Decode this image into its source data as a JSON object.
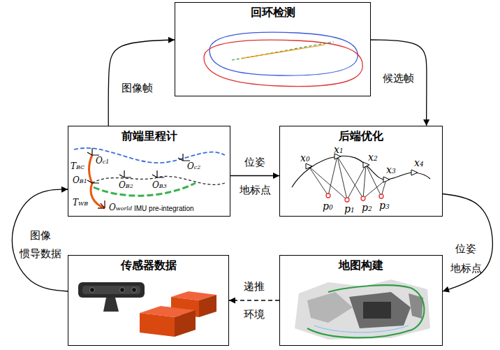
{
  "diagram": {
    "nodes": [
      {
        "text": [
          "回环检测"
        ]
      },
      {
        "text": [
          "前端里程计"
        ]
      },
      {
        "text": [
          "后端优化"
        ]
      },
      {
        "text": [
          "传感器数据"
        ]
      },
      {
        "text": [
          "地图构建"
        ]
      }
    ],
    "edges": [
      {
        "from": 1,
        "to": 0,
        "label": "图像帧",
        "arrow": "to"
      },
      {
        "from": 0,
        "to": 2,
        "label": "候选帧",
        "arrow": "to"
      },
      {
        "from": 1,
        "to": 2,
        "label": "位姿 地标点",
        "arrow": "to"
      },
      {
        "from": 2,
        "to": 4,
        "label": "位姿 地标点",
        "arrow": "to"
      },
      {
        "from": 4,
        "to": 3,
        "label": "递推 环境",
        "arrow": "to"
      },
      {
        "from": 3,
        "to": 1,
        "label": "图像 惯导数据",
        "arrow": "to"
      }
    ],
    "labels": [
      "TBC",
      "Oc1",
      "Oc2",
      "OB1",
      "OB2",
      "OB3",
      "TWB",
      "Oworld",
      "IMU pre-integration",
      "x0",
      "x1",
      "x2",
      "x3",
      "x4",
      "p0",
      "p1",
      "p2",
      "p3"
    ]
  }
}
